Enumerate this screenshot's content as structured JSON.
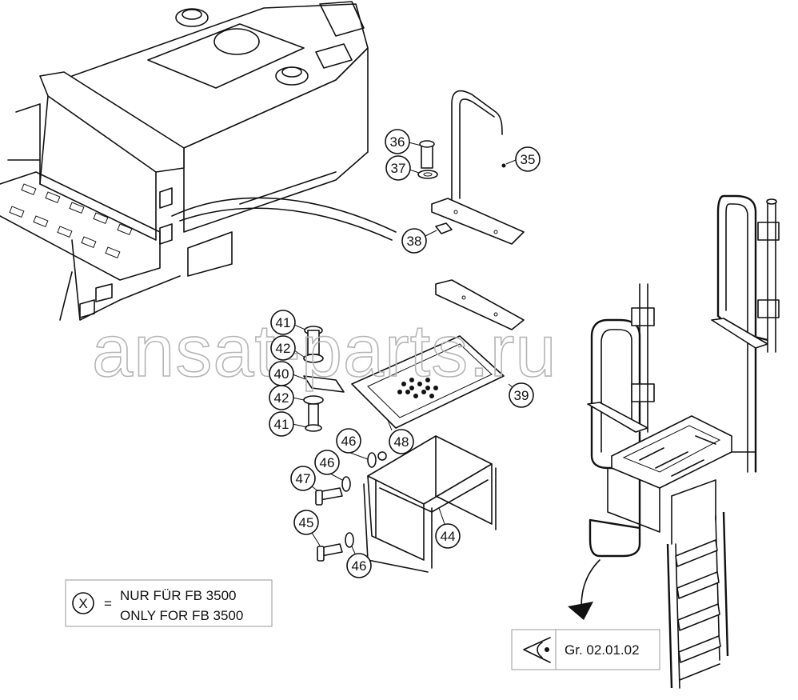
{
  "watermark": "ansat-parts.ru",
  "callouts": [
    "35",
    "36",
    "37",
    "38",
    "39",
    "40",
    "41",
    "41",
    "42",
    "42",
    "44",
    "45",
    "46",
    "46",
    "46",
    "47",
    "48"
  ],
  "legend": {
    "symbol": "X",
    "equals": "=",
    "line1": "NUR FÜR FB 3500",
    "line2": "ONLY FOR FB 3500"
  },
  "reference": {
    "label": "Gr. 02.01.02"
  }
}
